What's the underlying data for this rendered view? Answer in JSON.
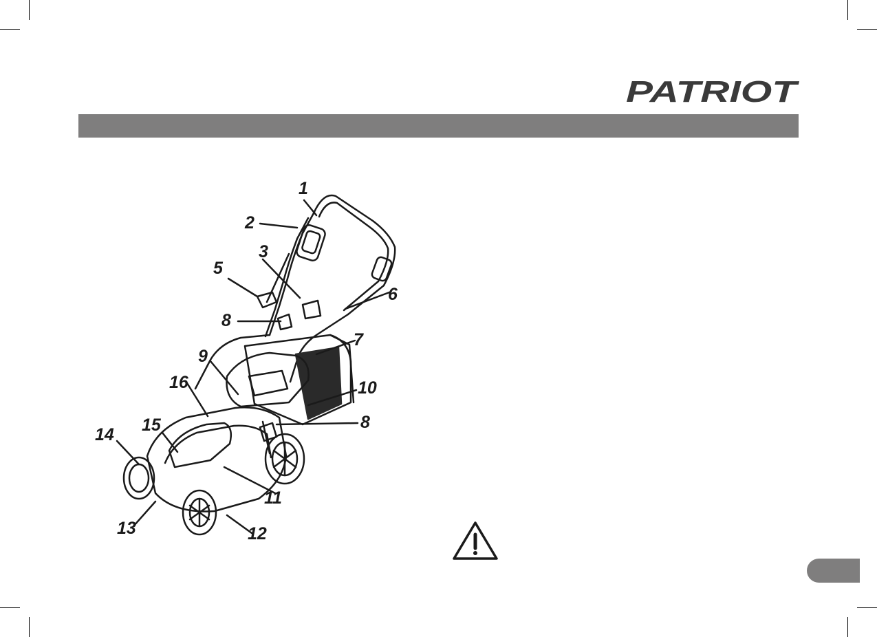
{
  "brand": {
    "logo_text": "PATRIOT"
  },
  "figure": {
    "callouts": [
      "1",
      "2",
      "3",
      "5",
      "6",
      "8",
      "7",
      "9",
      "16",
      "10",
      "8",
      "15",
      "14",
      "11",
      "13",
      "12"
    ]
  },
  "colors": {
    "header_bar": "#7f7e7e",
    "page_tab": "#7f7e7e",
    "ink": "#1a1a1a"
  },
  "icons": {
    "warning": "warning-triangle-icon"
  }
}
